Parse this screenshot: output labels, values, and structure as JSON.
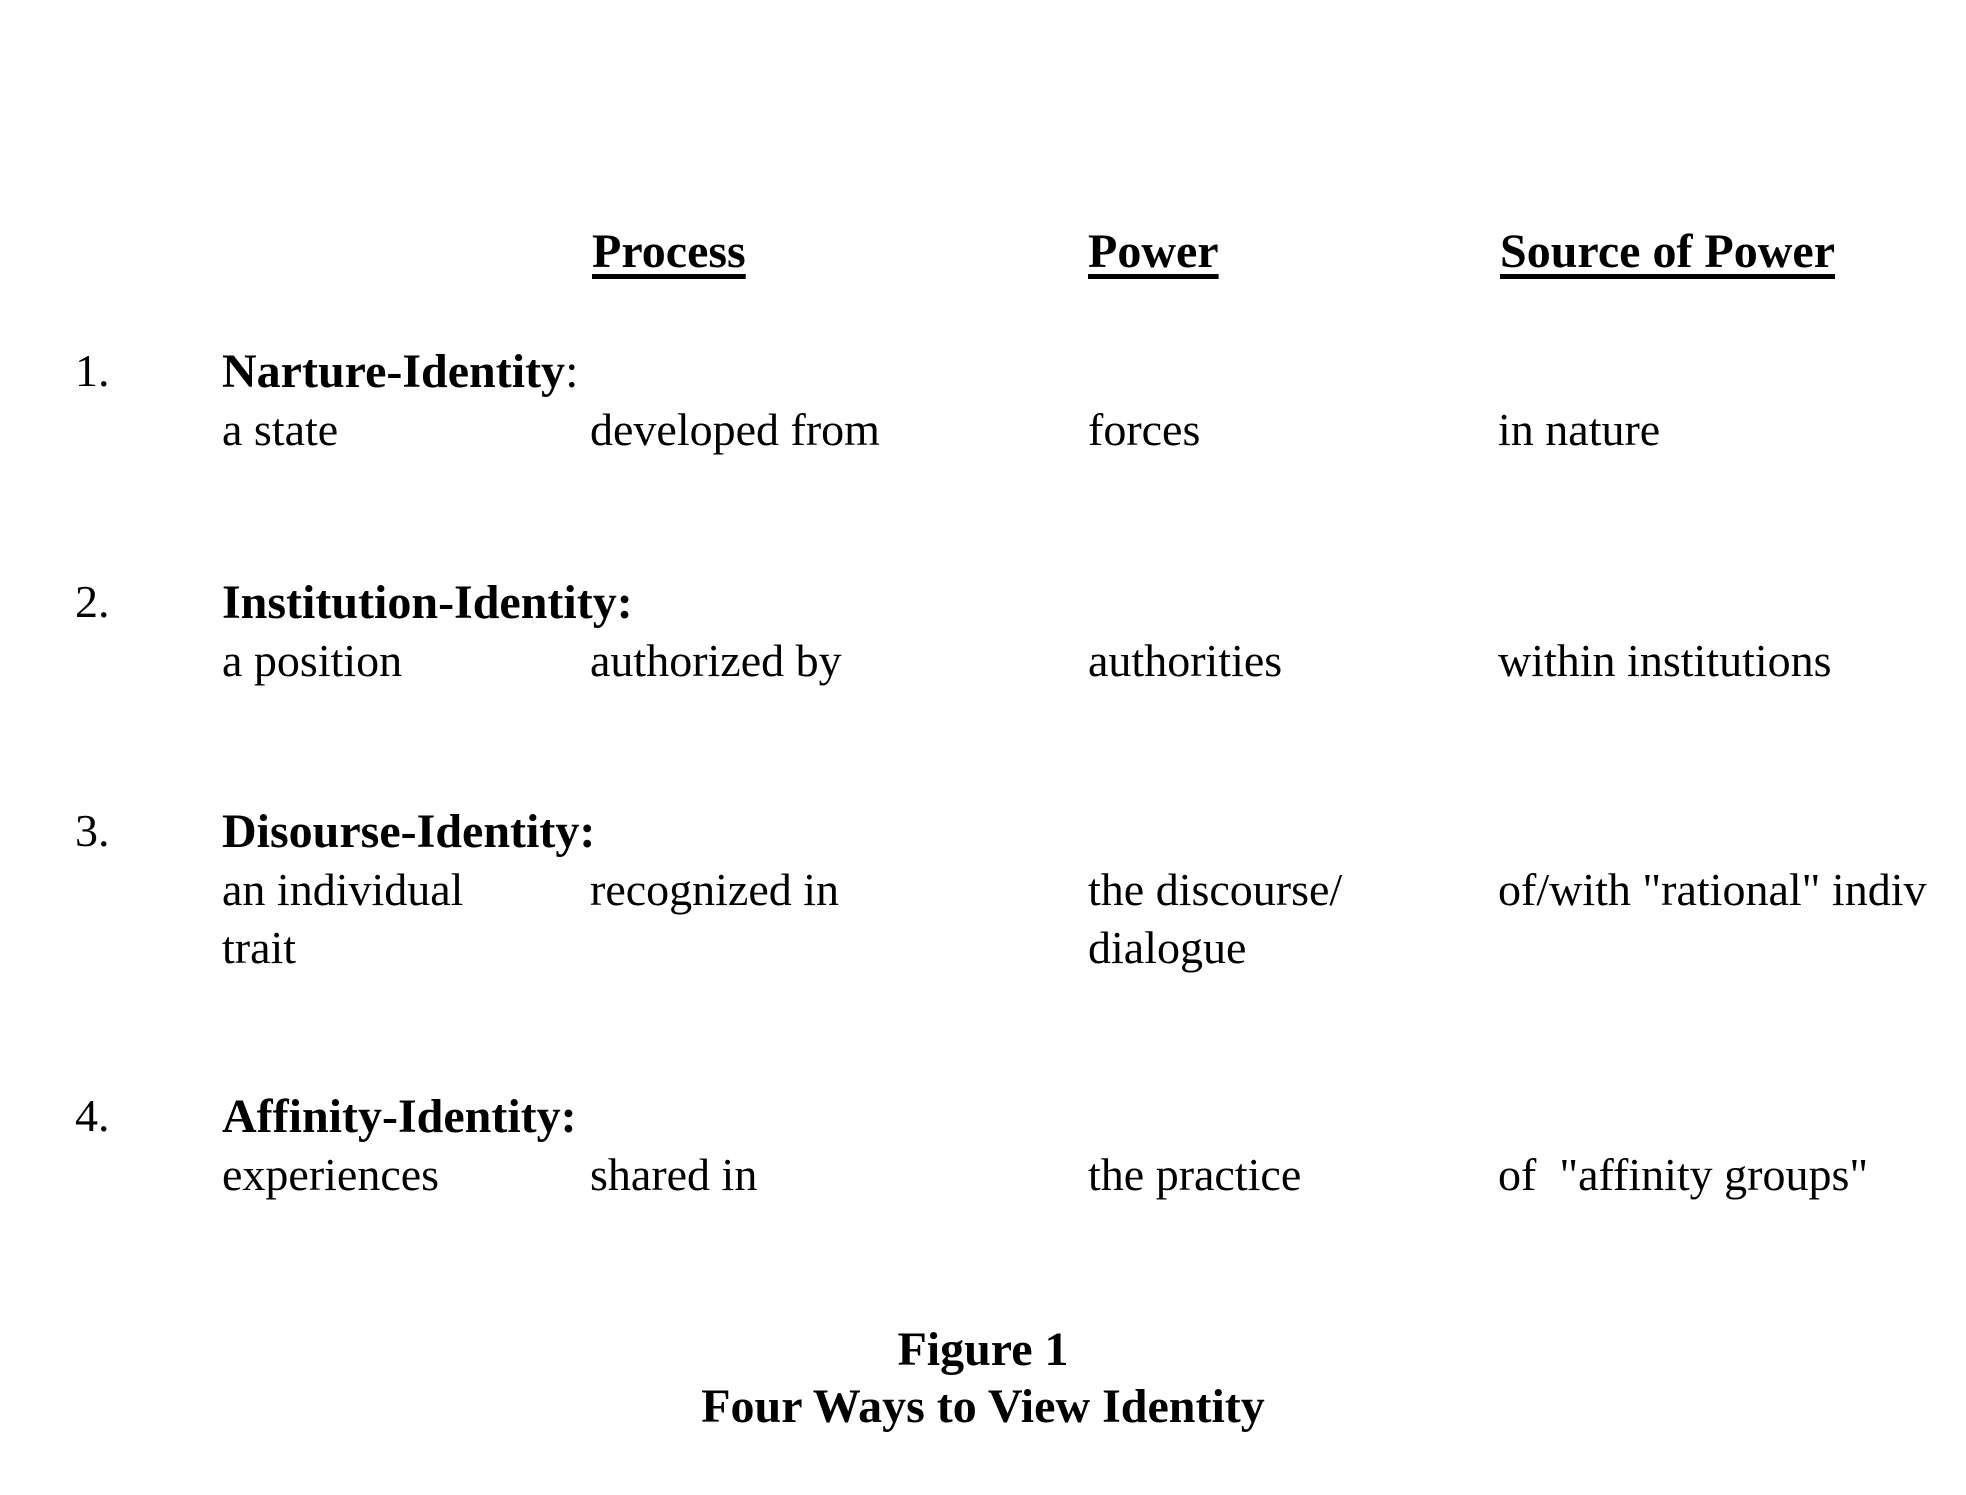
{
  "figure": {
    "columns": [
      {
        "id": "process",
        "label": "Process"
      },
      {
        "id": "power",
        "label": "Power"
      },
      {
        "id": "source_of_power",
        "label": "Source of Power"
      }
    ],
    "rows": [
      {
        "number": "1.",
        "label": "Narture-Identity",
        "label_colon": ":",
        "subject": "a state",
        "process": "developed from",
        "power": "forces",
        "source_of_power": "in nature",
        "power_line2": "",
        "subject_line2": ""
      },
      {
        "number": "2.",
        "label": "Institution-Identity:",
        "label_colon": "",
        "subject": "a position",
        "process": "authorized by",
        "power": "authorities",
        "source_of_power": "within institutions",
        "power_line2": "",
        "subject_line2": ""
      },
      {
        "number": "3.",
        "label": "Disourse-Identity:",
        "label_colon": "",
        "subject": "an individual",
        "process": "recognized in",
        "power": "the discourse/",
        "source_of_power": "of/with \"rational\" indiv",
        "power_line2": "dialogue",
        "subject_line2": "trait"
      },
      {
        "number": "4.",
        "label": "Affinity-Identity:",
        "label_colon": "",
        "subject": "experiences",
        "process": "shared in",
        "power": "the practice",
        "source_of_power": "of  \"affinity groups\"",
        "power_line2": "",
        "subject_line2": ""
      }
    ],
    "caption": {
      "line1": "Figure 1",
      "line2": "Four Ways to View Identity"
    }
  },
  "colors": {
    "page_background": "#ffffff",
    "text": "#000000"
  }
}
